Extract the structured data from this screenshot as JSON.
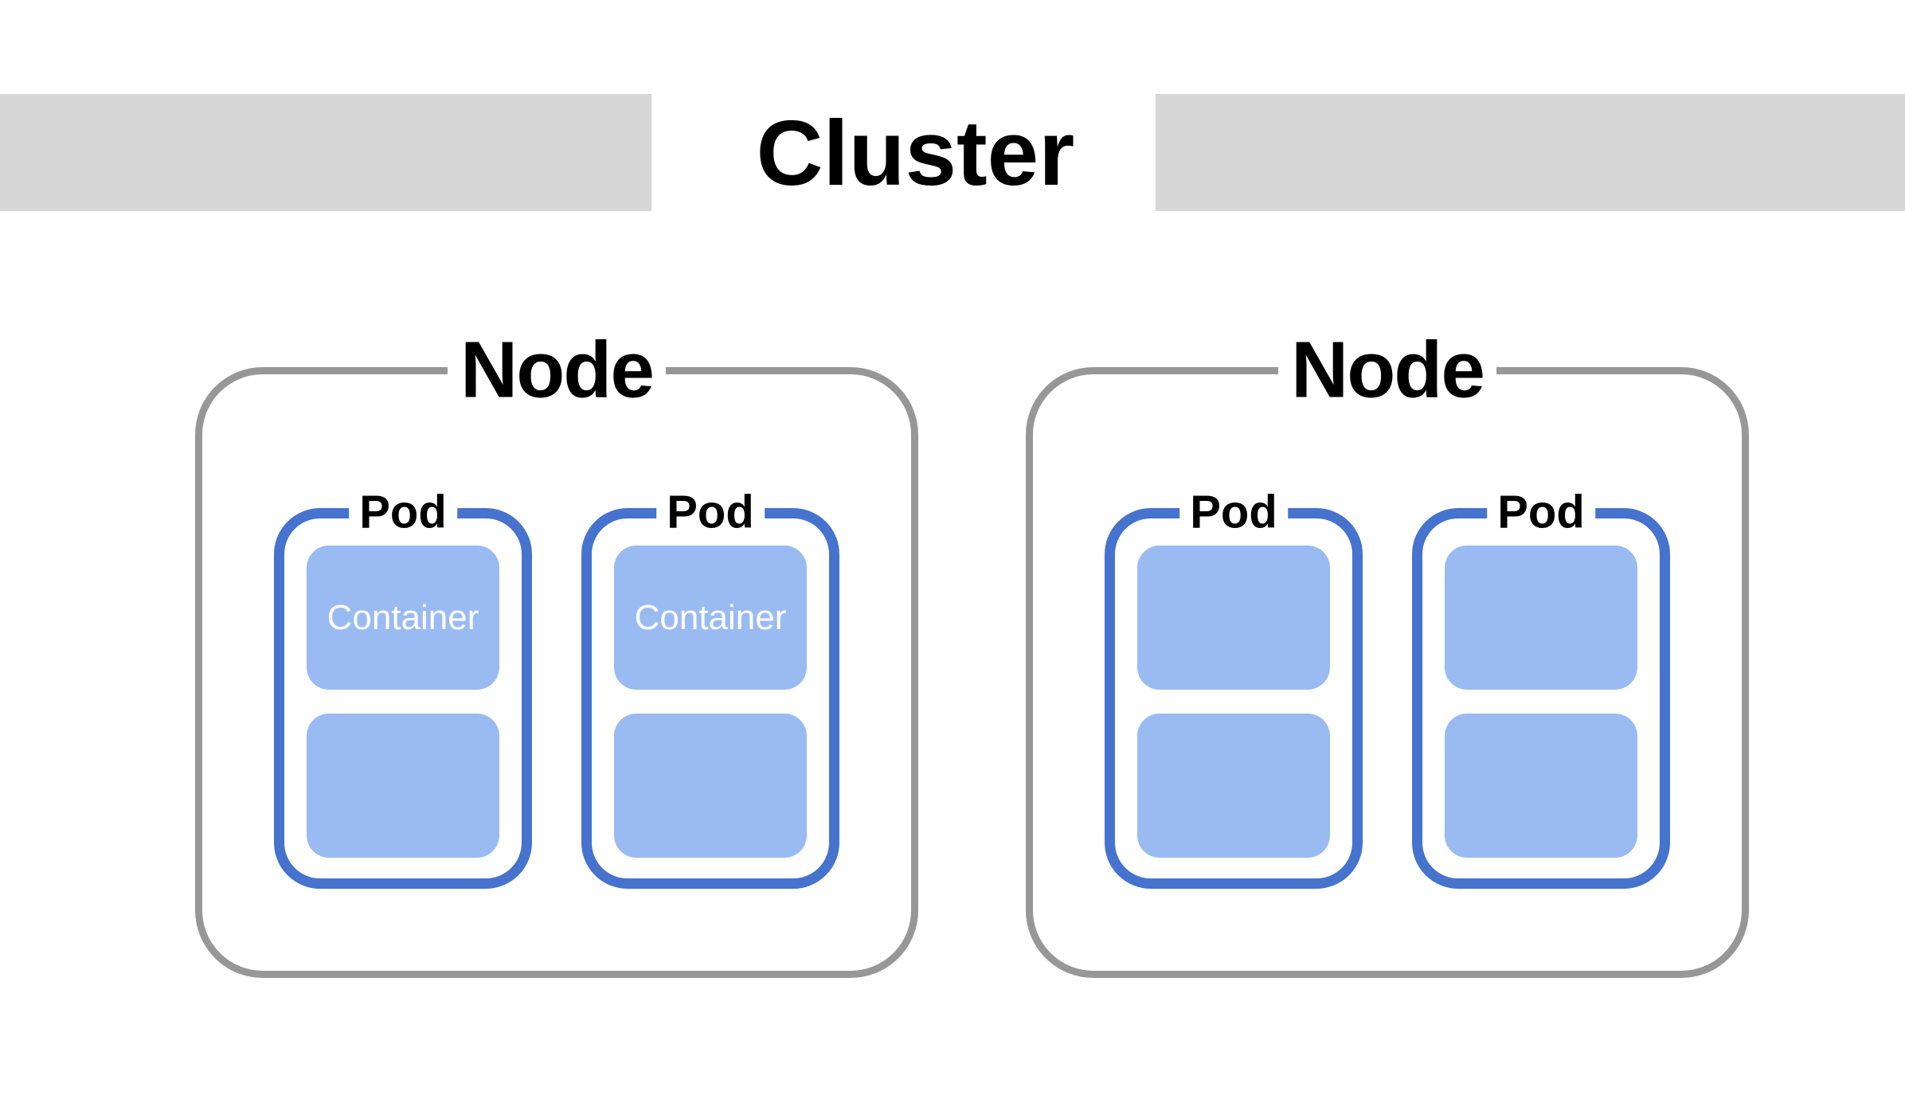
{
  "title": "Cluster",
  "colors": {
    "band_gray": "#d6d6d6",
    "node_border_gray": "#979797",
    "pod_border_blue": "#4573cd",
    "container_fill_blue": "#9abbf2",
    "container_text": "#ffffff",
    "label_text": "#000000",
    "background": "#ffffff"
  },
  "nodes": [
    {
      "label": "Node",
      "pods": [
        {
          "label": "Pod",
          "containers": [
            {
              "label": "Container"
            },
            {
              "label": ""
            }
          ]
        },
        {
          "label": "Pod",
          "containers": [
            {
              "label": "Container"
            },
            {
              "label": ""
            }
          ]
        }
      ]
    },
    {
      "label": "Node",
      "pods": [
        {
          "label": "Pod",
          "containers": [
            {
              "label": ""
            },
            {
              "label": ""
            }
          ]
        },
        {
          "label": "Pod",
          "containers": [
            {
              "label": ""
            },
            {
              "label": ""
            }
          ]
        }
      ]
    }
  ]
}
